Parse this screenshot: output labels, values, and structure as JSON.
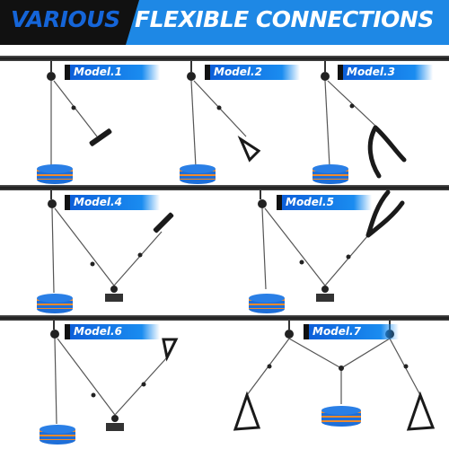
{
  "banner": {
    "title_part1": "VARIOUS",
    "title_part2": "FLEXIBLE CONNECTIONS",
    "title_part1_color": "#1565d8",
    "title_part2_color": "#ffffff",
    "background_color": "#1e88e5",
    "left_panel_color": "#111111"
  },
  "models": [
    {
      "label": "Model.1",
      "attachment": "straight-bar-handle"
    },
    {
      "label": "Model.2",
      "attachment": "d-handle"
    },
    {
      "label": "Model.3",
      "attachment": "tricep-rope"
    },
    {
      "label": "Model.4",
      "attachment": "straight-bar-handle"
    },
    {
      "label": "Model.5",
      "attachment": "tricep-rope"
    },
    {
      "label": "Model.6",
      "attachment": "d-handle"
    },
    {
      "label": "Model.7",
      "attachment": "dual-d-handles"
    }
  ],
  "colors": {
    "label_blue": "#1a7be8",
    "plate_blue": "#1e6fd9",
    "plate_orange": "#f08a2c",
    "bar": "#2a2a2a",
    "cable": "#555555"
  }
}
